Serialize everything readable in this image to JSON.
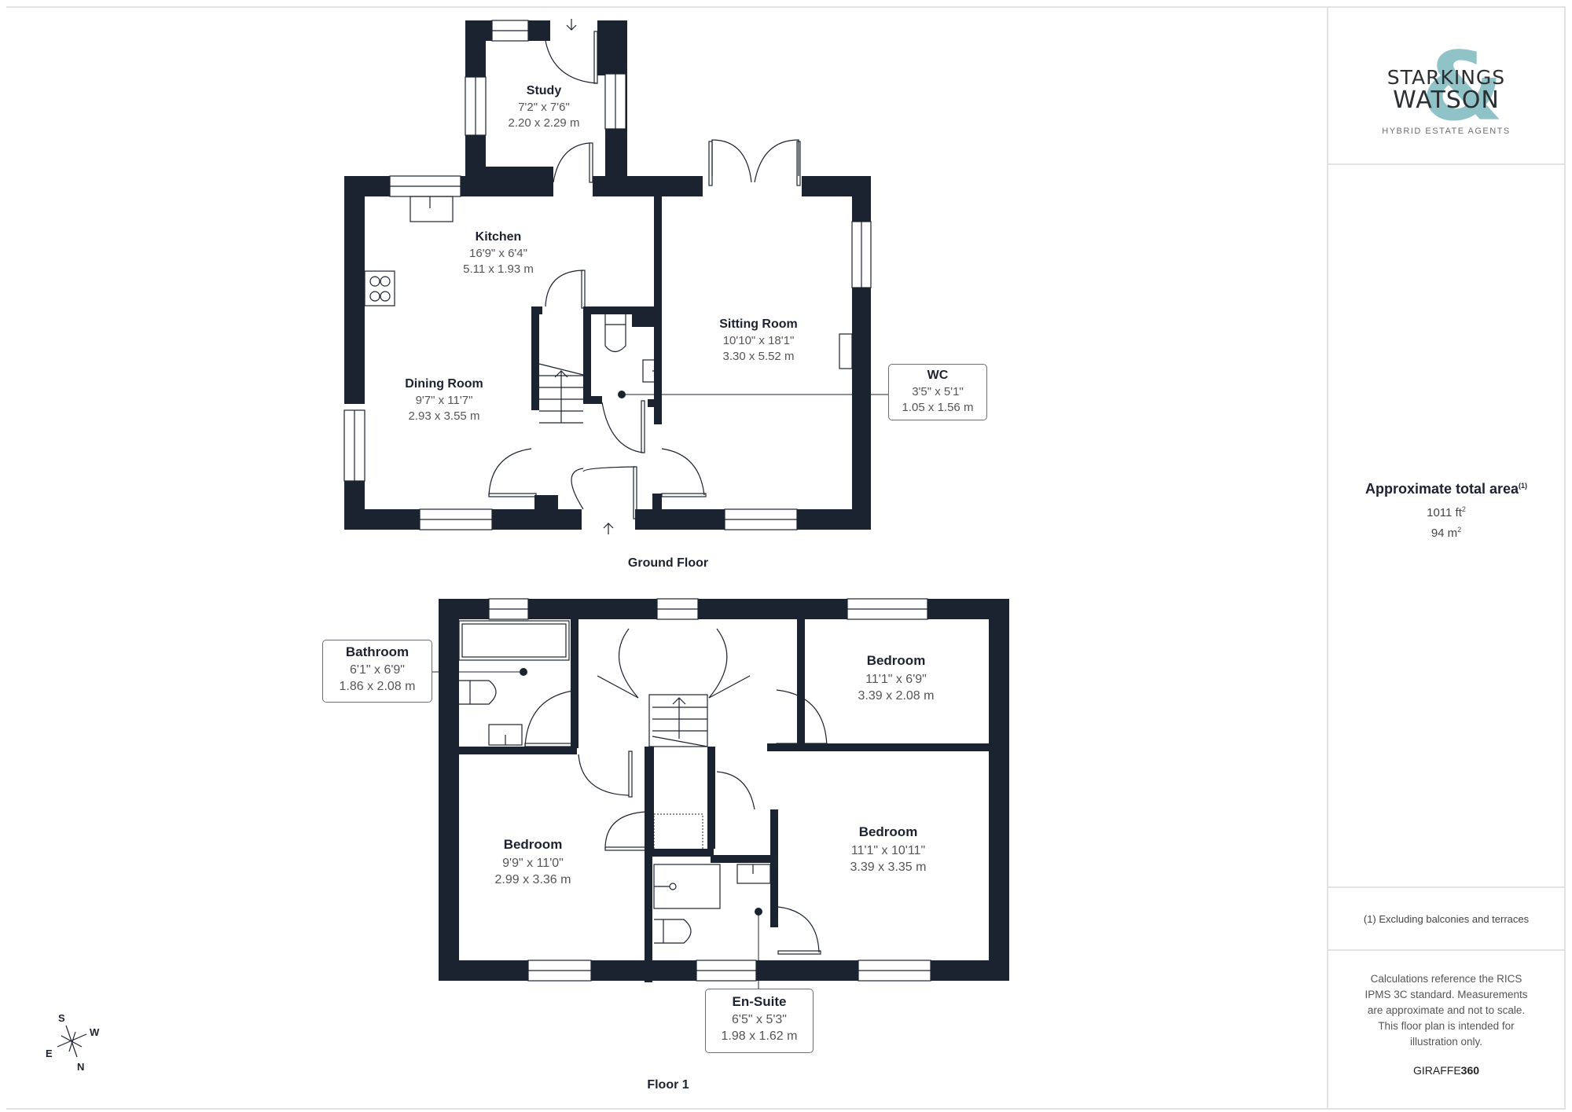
{
  "brand": {
    "line1": "STARKINGS",
    "line2": "WATSON",
    "ampersand": "&",
    "tagline": "HYBRID ESTATE AGENTS",
    "accent_color": "#8fc3c8",
    "text_color": "#2d3033"
  },
  "area": {
    "title": "Approximate total area",
    "footnote_marker": "(1)",
    "sqft_value": "1011 ft",
    "sqft_unit_sup": "2",
    "sqm_value": "94 m",
    "sqm_unit_sup": "2"
  },
  "footnote": "(1) Excluding balconies and terraces",
  "disclaimer": "Calculations reference the RICS IPMS 3C standard. Measurements are approximate and not to scale. This floor plan is intended for illustration only.",
  "credit": {
    "prefix": "GIRAFFE",
    "suffix": "360"
  },
  "wall_color": "#1c2330",
  "floors": [
    {
      "label": "Ground Floor",
      "rooms": [
        {
          "name": "Study",
          "imperial": "7'2\" x 7'6\"",
          "metric": "2.20 x 2.29 m"
        },
        {
          "name": "Kitchen",
          "imperial": "16'9\" x 6'4\"",
          "metric": "5.11 x 1.93 m"
        },
        {
          "name": "Dining Room",
          "imperial": "9'7\" x 11'7\"",
          "metric": "2.93 x 3.55 m"
        },
        {
          "name": "Sitting Room",
          "imperial": "10'10\" x 18'1\"",
          "metric": "3.30 x 5.52 m"
        },
        {
          "name": "WC",
          "imperial": "3'5\" x 5'1\"",
          "metric": "1.05 x 1.56 m"
        }
      ]
    },
    {
      "label": "Floor 1",
      "rooms": [
        {
          "name": "Bathroom",
          "imperial": "6'1\" x 6'9\"",
          "metric": "1.86 x 2.08 m"
        },
        {
          "name": "Bedroom",
          "imperial": "11'1\" x 6'9\"",
          "metric": "3.39 x 2.08 m"
        },
        {
          "name": "Bedroom",
          "imperial": "9'9\" x 11'0\"",
          "metric": "2.99 x 3.36 m"
        },
        {
          "name": "Bedroom",
          "imperial": "11'1\" x 10'11\"",
          "metric": "3.39 x 3.35 m"
        },
        {
          "name": "En-Suite",
          "imperial": "6'5\" x 5'3\"",
          "metric": "1.98 x 1.62 m"
        }
      ]
    }
  ],
  "compass": {
    "n": "N",
    "s": "S",
    "e": "E",
    "w": "W"
  }
}
